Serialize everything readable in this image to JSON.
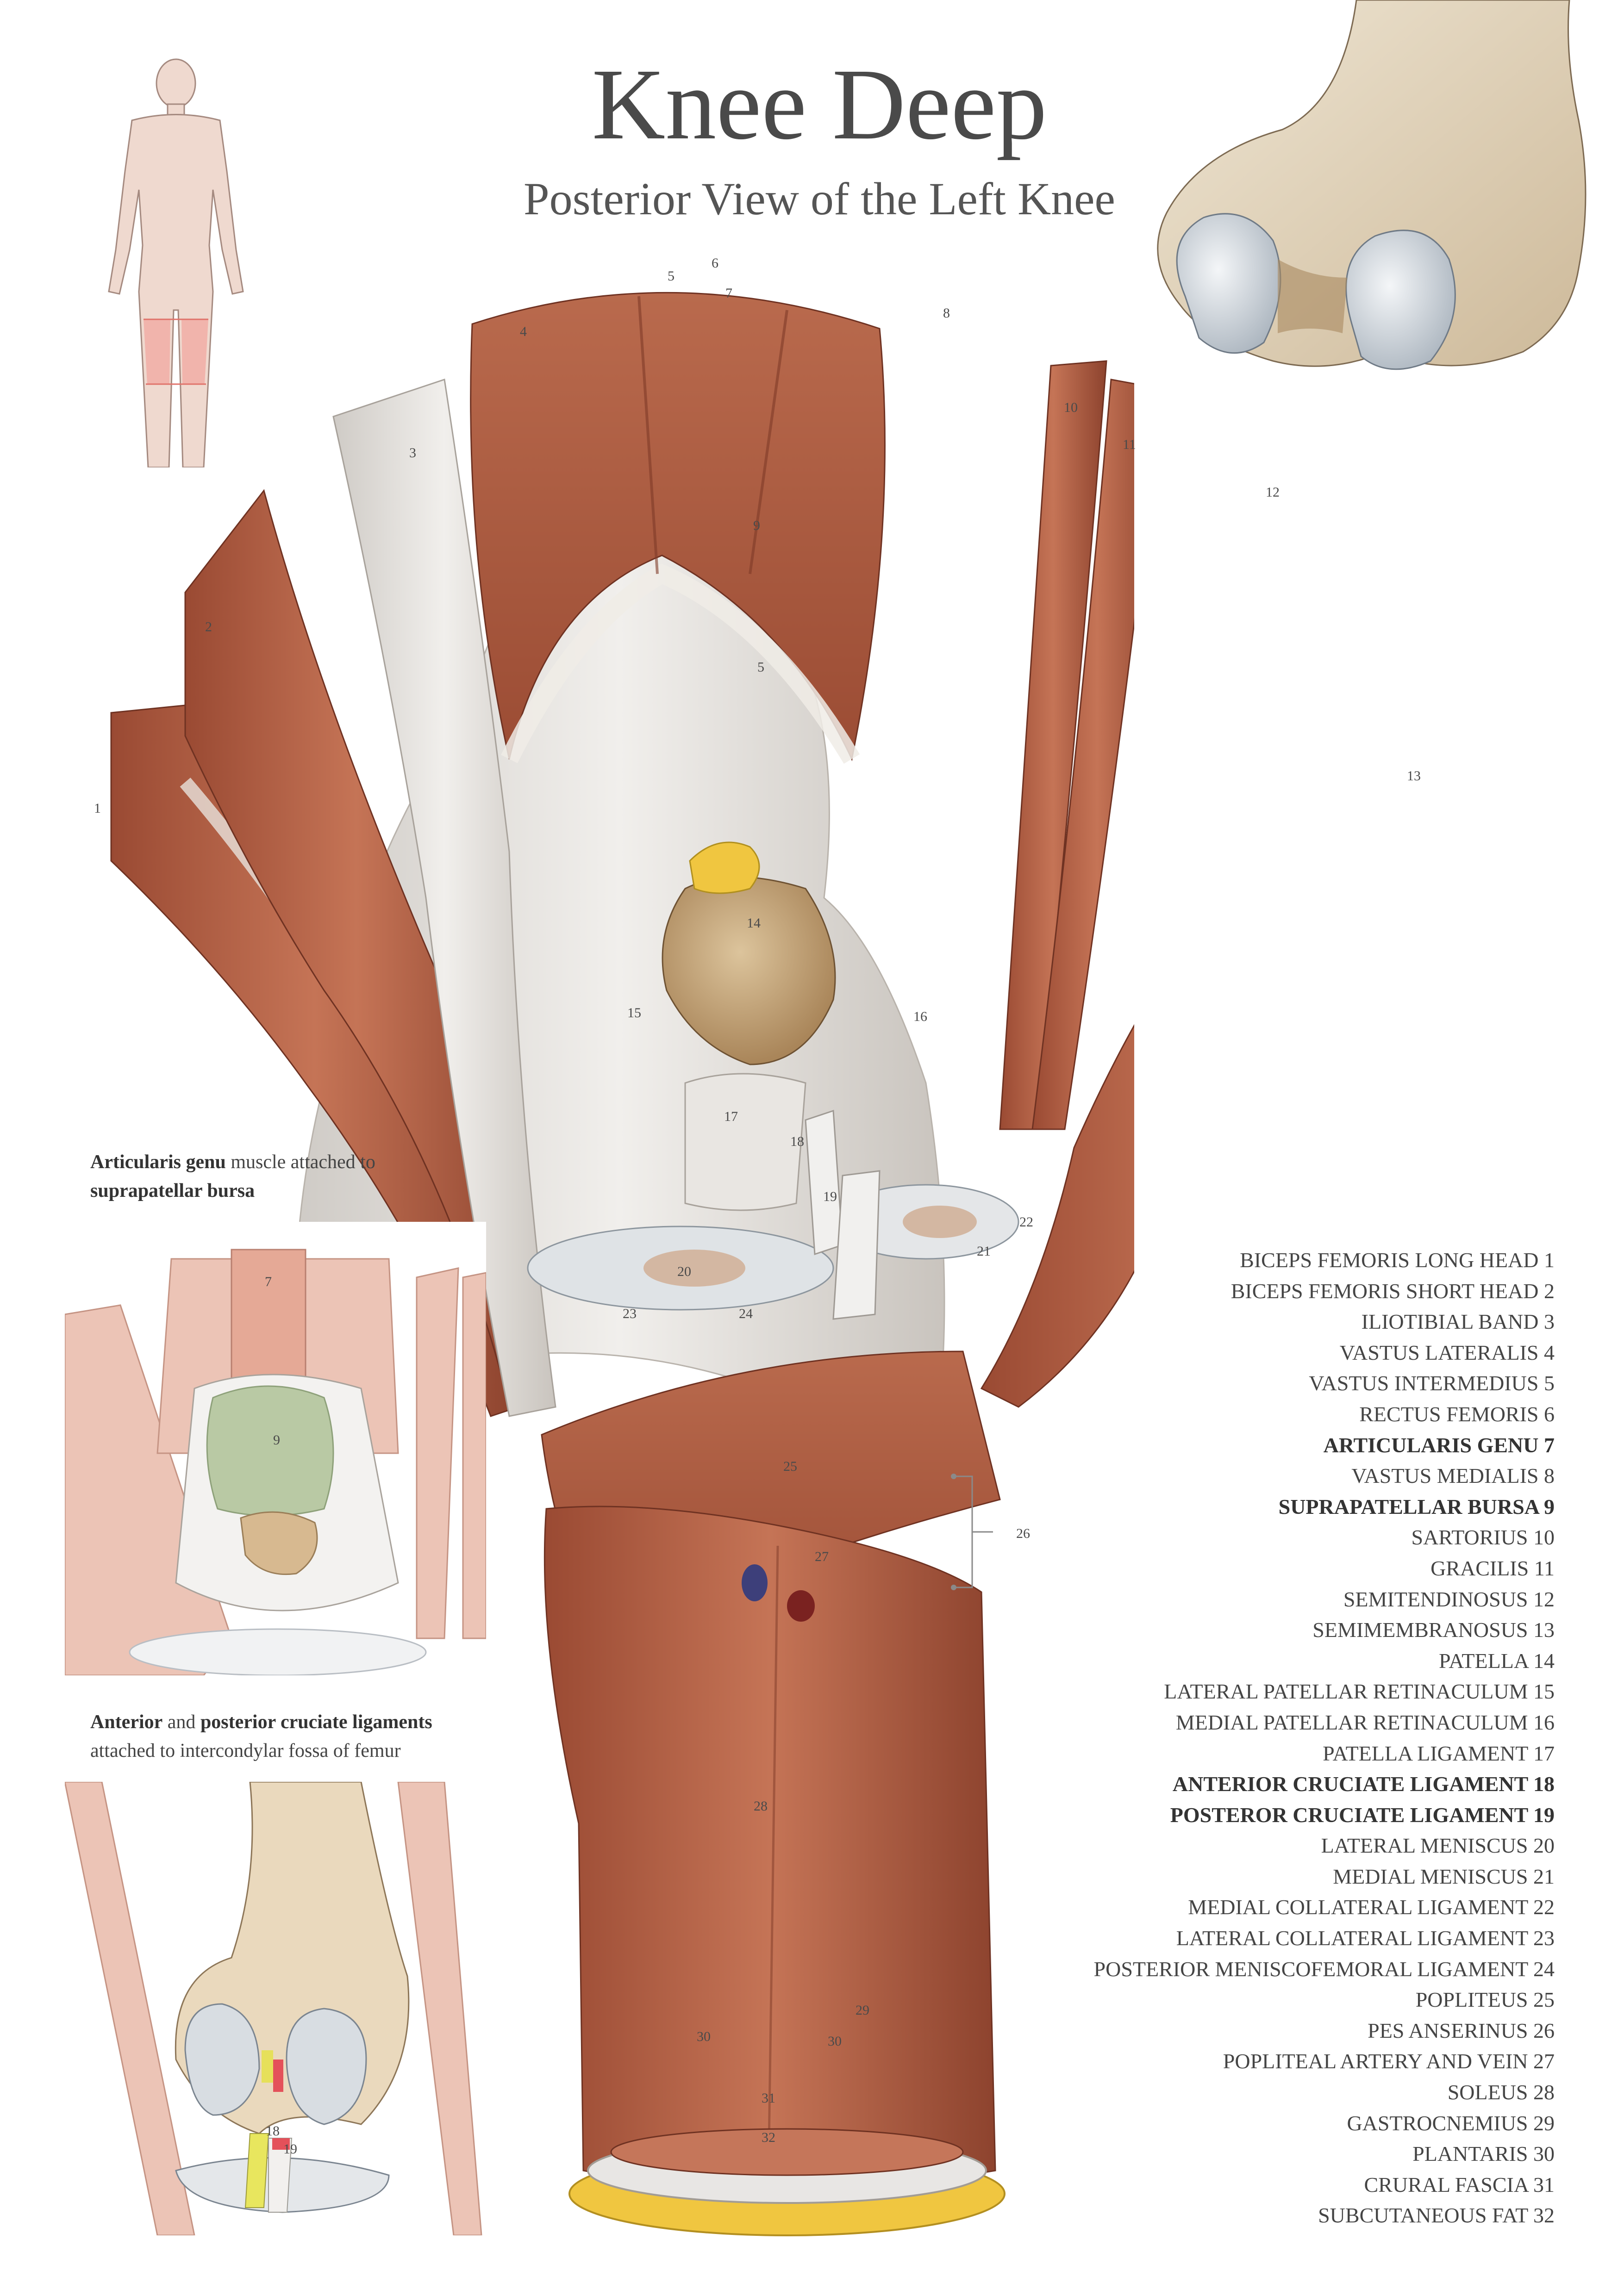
{
  "header": {
    "title": "Knee Deep",
    "subtitle": "Posterior View of the Left Knee"
  },
  "main_labels": [
    "1",
    "2",
    "3",
    "4",
    "5",
    "6",
    "7",
    "8",
    "9",
    "5",
    "10",
    "11",
    "12",
    "13",
    "14",
    "15",
    "16",
    "17",
    "18",
    "19",
    "20",
    "21",
    "22",
    "23",
    "24",
    "25",
    "26",
    "27",
    "28",
    "29",
    "30",
    "30",
    "31",
    "32"
  ],
  "inset1": {
    "caption_bold_1": "Articularis genu",
    "caption_text_1": " muscle attached to",
    "caption_bold_2": "suprapatellar bursa",
    "labels": [
      "7",
      "9"
    ]
  },
  "inset2": {
    "caption_bold_1": "Anterior",
    "caption_text_1": " and ",
    "caption_bold_2": "posterior cruciate ligaments",
    "caption_text_2": "attached to intercondylar fossa of femur",
    "labels": [
      "18",
      "19"
    ]
  },
  "legend": [
    {
      "text": "BICEPS FEMORIS LONG HEAD 1",
      "bold": false
    },
    {
      "text": "BICEPS FEMORIS SHORT HEAD 2",
      "bold": false
    },
    {
      "text": "ILIOTIBIAL BAND 3",
      "bold": false
    },
    {
      "text": "VASTUS LATERALIS 4",
      "bold": false
    },
    {
      "text": "VASTUS INTERMEDIUS 5",
      "bold": false
    },
    {
      "text": "RECTUS FEMORIS 6",
      "bold": false
    },
    {
      "text": "ARTICULARIS GENU 7",
      "bold": true
    },
    {
      "text": "VASTUS MEDIALIS 8",
      "bold": false
    },
    {
      "text": "SUPRAPATELLAR BURSA 9",
      "bold": true
    },
    {
      "text": "SARTORIUS 10",
      "bold": false
    },
    {
      "text": "GRACILIS 11",
      "bold": false
    },
    {
      "text": "SEMITENDINOSUS 12",
      "bold": false
    },
    {
      "text": "SEMIMEMBRANOSUS 13",
      "bold": false
    },
    {
      "text": "PATELLA 14",
      "bold": false
    },
    {
      "text": "LATERAL PATELLAR RETINACULUM 15",
      "bold": false
    },
    {
      "text": "MEDIAL PATELLAR RETINACULUM 16",
      "bold": false
    },
    {
      "text": "PATELLA LIGAMENT 17",
      "bold": false
    },
    {
      "text": "ANTERIOR CRUCIATE LIGAMENT 18",
      "bold": true
    },
    {
      "text": "POSTEROR CRUCIATE LIGAMENT 19",
      "bold": true
    },
    {
      "text": "LATERAL MENISCUS 20",
      "bold": false
    },
    {
      "text": "MEDIAL MENISCUS 21",
      "bold": false
    },
    {
      "text": "MEDIAL COLLATERAL LIGAMENT 22",
      "bold": false
    },
    {
      "text": "LATERAL COLLATERAL LIGAMENT 23",
      "bold": false
    },
    {
      "text": "POSTERIOR MENISCOFEMORAL LIGAMENT 24",
      "bold": false
    },
    {
      "text": "POPLITEUS 25",
      "bold": false
    },
    {
      "text": "PES ANSERINUS 26",
      "bold": false
    },
    {
      "text": "POPLITEAL ARTERY AND VEIN 27",
      "bold": false
    },
    {
      "text": "SOLEUS 28",
      "bold": false
    },
    {
      "text": "GASTROCNEMIUS 29",
      "bold": false
    },
    {
      "text": "PLANTARIS 30",
      "bold": false
    },
    {
      "text": "CRURAL FASCIA 31",
      "bold": false
    },
    {
      "text": "SUBCUTANEOUS FAT 32",
      "bold": false
    }
  ],
  "colors": {
    "muscle": "#b9664a",
    "muscle_dark": "#8e4632",
    "tendon": "#e6e3df",
    "bone": "#e8dcc3",
    "cartilage": "#cfd5dc",
    "fat": "#f0c640",
    "inset_muscle": "#e7b8a8",
    "bursa": "#b9c9a4"
  }
}
